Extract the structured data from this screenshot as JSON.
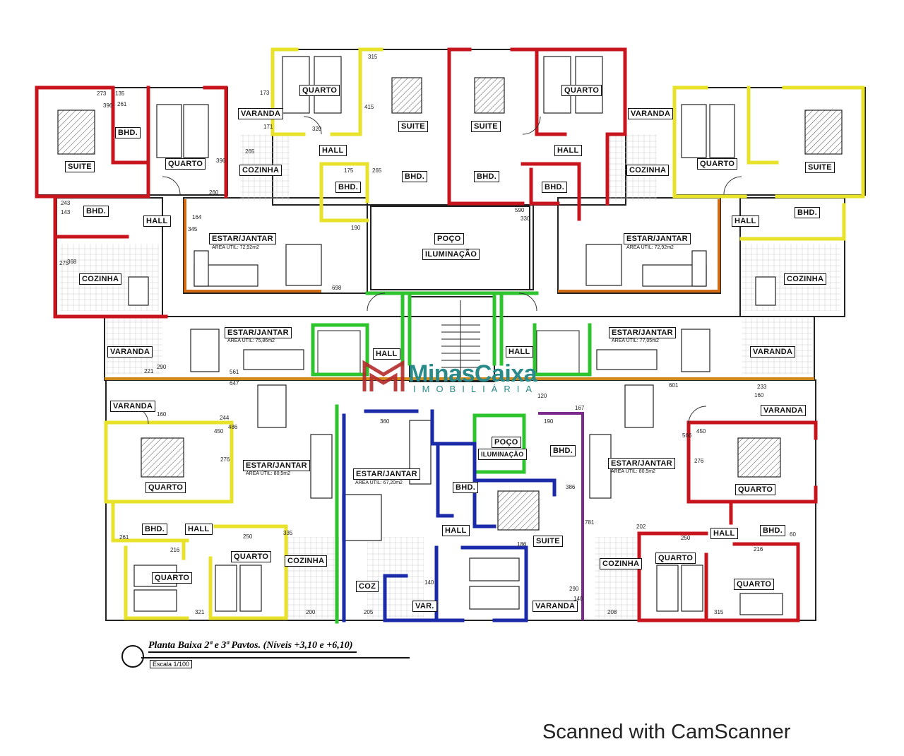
{
  "title": {
    "line1": "Planta Baixa 2ª e 3ª  Pavtos. (Níveis +3,10 e +6,10)",
    "line2": "Escala 1/100"
  },
  "watermark": {
    "brand": "MinasCaixa",
    "sub": "IMOBILIÁRIA",
    "brand_color": "#2a8a8a",
    "mark_color": "#b42a2a"
  },
  "scanner_text": "Scanned with CamScanner",
  "colors": {
    "red": "#c8141c",
    "yellow": "#e8e22a",
    "green": "#2ec42e",
    "blue": "#1a2aa8",
    "wall": "#222222"
  },
  "rooms": {
    "suite_tl": "SUITE",
    "quarto_tl": "QUARTO",
    "bhd_tl": "BHD.",
    "varanda_tl": "VARANDA",
    "cozinha_tl": "COZINHA",
    "hall_tl": "HALL",
    "bhd_tl2": "BHD.",
    "estar_tl": "ESTAR/JANTAR",
    "estar_tl_area": "AREA ÚTIL: 72,92m2",
    "cozinha_tl2": "COZINHA",
    "quarto_tc": "QUARTO",
    "suite_tc": "SUITE",
    "hall_tc": "HALL",
    "bhd_tc1": "BHD.",
    "bhd_tc2": "BHD.",
    "suite_tc2": "SUITE",
    "quarto_tc2": "QUARTO",
    "hall_tc2": "HALL",
    "bhd_tc3": "BHD.",
    "bhd_tc4": "BHD.",
    "poco1": "POÇO",
    "poco2": "ILUMINAÇÃO",
    "varanda_tr": "VARANDA",
    "cozinha_tr": "COZINHA",
    "quarto_tr": "QUARTO",
    "suite_tr": "SUITE",
    "bhd_tr": "BHD.",
    "hall_tr": "HALL",
    "estar_tr": "ESTAR/JANTAR",
    "estar_tr_area": "AREA ÚTIL: 72,92m2",
    "cozinha_tr2": "COZINHA",
    "varanda_ml": "VARANDA",
    "estar_ml": "ESTAR/JANTAR",
    "estar_ml_area": "AREA ÚTIL: 75,86m2",
    "hall_mc1": "HALL",
    "hall_mc2": "HALL",
    "estar_mr": "ESTAR/JANTAR",
    "estar_mr_area": "AREA ÚTIL: 77,05m2",
    "varanda_mr": "VARANDA",
    "varanda_bl": "VARANDA",
    "quarto_bl": "QUARTO",
    "estar_bl": "ESTAR/JANTAR",
    "estar_bl_area": "AREA ÚTIL: 80,5m2",
    "bhd_bl": "BHD.",
    "hall_bl": "HALL",
    "quarto_bl2": "QUARTO",
    "quarto_bl3": "QUARTO",
    "cozinha_bl": "COZINHA",
    "estar_bc": "ESTAR/JANTAR",
    "estar_bc_area": "AREA ÚTIL: 67,20m2",
    "poco_b1": "POÇO",
    "poco_b2": "ILUMINAÇÃO",
    "bhd_bc1": "BHD.",
    "bhd_bc2": "BHD.",
    "hall_bc": "HALL",
    "suite_bc": "SUITE",
    "coz_bc": "COZ",
    "var_bc": "VAR.",
    "varanda_bc": "VARANDA",
    "estar_br": "ESTAR/JANTAR",
    "estar_br_area": "AREA ÚTIL: 80,5m2",
    "varanda_br": "VARANDA",
    "quarto_br": "QUARTO",
    "bhd_br": "BHD.",
    "hall_br": "HALL",
    "cozinha_br": "COZINHA",
    "quarto_br2": "QUARTO",
    "quarto_br3": "QUARTO"
  },
  "dims": {
    "d1": "273",
    "d2": "135",
    "d3": "396",
    "d4": "261",
    "d5": "396",
    "d6": "173",
    "d7": "171",
    "d8": "265",
    "d9": "243",
    "d10": "143",
    "d11": "368",
    "d12": "275",
    "d13": "260",
    "d14": "164",
    "d15": "345",
    "d16": "315",
    "d17": "415",
    "d18": "320",
    "d19": "175",
    "d20": "265",
    "d21": "190",
    "d22": "590",
    "d23": "330",
    "d24": "698",
    "d25": "561",
    "d26": "647",
    "d27": "221",
    "d28": "290",
    "d29": "160",
    "d30": "244",
    "d31": "450",
    "d32": "276",
    "d33": "486",
    "d34": "360",
    "d35": "601",
    "d36": "233",
    "d37": "160",
    "d38": "167",
    "d39": "190",
    "d40": "386",
    "d41": "781",
    "d42": "450",
    "d43": "276",
    "d44": "566",
    "d45": "261",
    "d46": "216",
    "d47": "250",
    "d48": "335",
    "d49": "321",
    "d50": "200",
    "d51": "205",
    "d52": "140",
    "d53": "186",
    "d54": "290",
    "d55": "140",
    "d56": "250",
    "d57": "202",
    "d58": "216",
    "d59": "60",
    "d60": "208",
    "d61": "315",
    "d62": "120"
  }
}
